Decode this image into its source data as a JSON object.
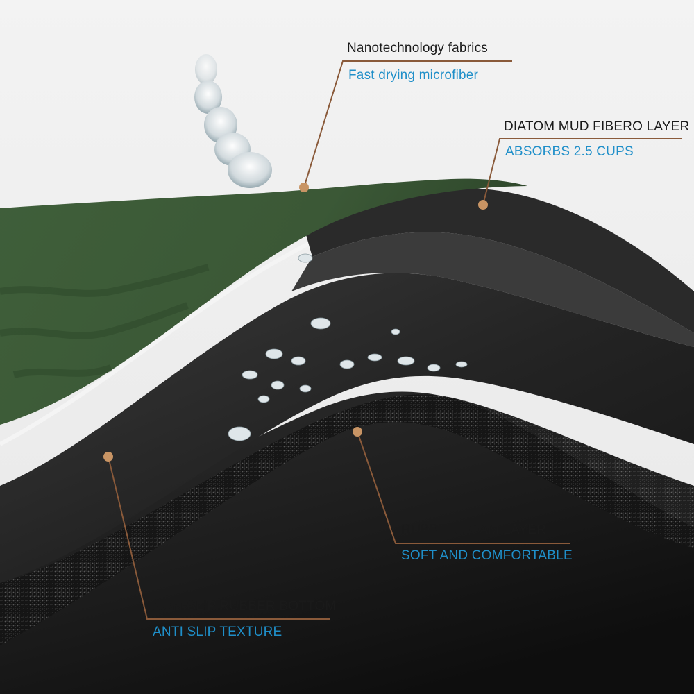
{
  "callouts": {
    "nano": {
      "title": "Nanotechnology fabrics",
      "subtitle": "Fast drying microfiber"
    },
    "diatom": {
      "title": "DIATOM MUD FIBERO LAYER",
      "subtitle": "ABSORBS 2.5 CUPS"
    },
    "foam": {
      "title": "RUBBER FOAM LAYER",
      "subtitle": "SOFT AND COMFORTABLE"
    },
    "bottom": {
      "title": "NON-SLIP RUBBER BOTTOM",
      "subtitle": "ANTI SLIP TEXTURE"
    }
  },
  "colors": {
    "fabric_green": "#3d5a38",
    "leader_line": "#8a5a3a",
    "marker_dot": "#c89464",
    "subtitle_blue": "#1f8fc9",
    "title_dark": "#1a1a1a"
  }
}
